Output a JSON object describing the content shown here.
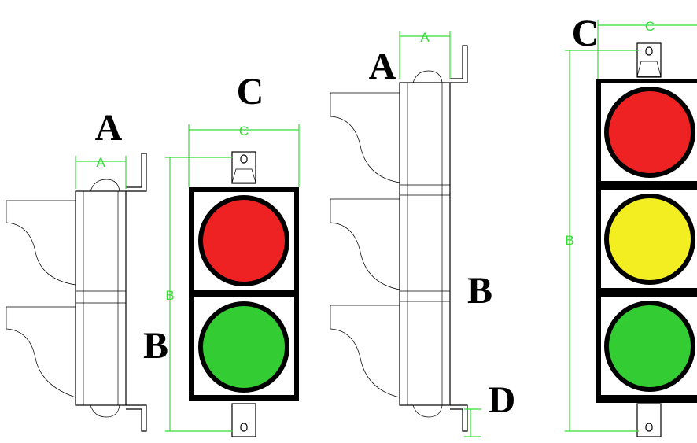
{
  "labels": {
    "a_big": "A",
    "b_big": "B",
    "c_big": "C",
    "d_big": "D",
    "a_dim": "A",
    "b_dim": "B",
    "c_dim": "C"
  },
  "colors": {
    "red": "#ee2222",
    "yellow": "#f2ee22",
    "green": "#33cc33",
    "dimension": "#33dd33",
    "housing": "#000000"
  }
}
